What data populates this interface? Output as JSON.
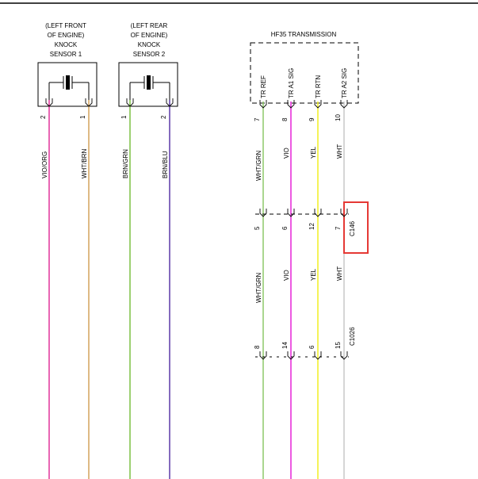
{
  "sensors": [
    {
      "caption": [
        "(LEFT FRONT",
        "OF ENGINE)",
        "KNOCK",
        "SENSOR 1"
      ]
    },
    {
      "caption": [
        "(LEFT REAR",
        "OF ENGINE)",
        "KNOCK",
        "SENSOR 2"
      ]
    }
  ],
  "transmission": {
    "title": "HF35 TRANSMISSION",
    "terminals": [
      "TR REF",
      "TR A1 SIG",
      "TR RTN",
      "TR A2 SIG"
    ]
  },
  "wires": [
    {
      "pin": "2",
      "color_label": "VIO/ORG",
      "color": "#e0339a"
    },
    {
      "pin": "1",
      "color_label": "WHT/BRN",
      "color": "#d3a35c"
    },
    {
      "pin": "1",
      "color_label": "BRN/GRN",
      "color": "#7dc143"
    },
    {
      "pin": "2",
      "color_label": "BRN/BLU",
      "color": "#5b3aa8"
    },
    {
      "pin": "7",
      "color_label": "WHT/GRN",
      "color": "#8dc86a",
      "c146_pin": "5",
      "c1026_pin": "8"
    },
    {
      "pin": "8",
      "color_label": "VIO",
      "color": "#e623d8",
      "c146_pin": "6",
      "c1026_pin": "14"
    },
    {
      "pin": "9",
      "color_label": "YEL",
      "color": "#f2ef20",
      "c146_pin": "12",
      "c1026_pin": "6"
    },
    {
      "pin": "10",
      "color_label": "WHT",
      "color": "#c8c8c8",
      "c146_pin": "7",
      "c1026_pin": "15"
    }
  ],
  "connectors": {
    "c146": "C146",
    "c1026": "C1026"
  },
  "highlight_color": "#e53935"
}
